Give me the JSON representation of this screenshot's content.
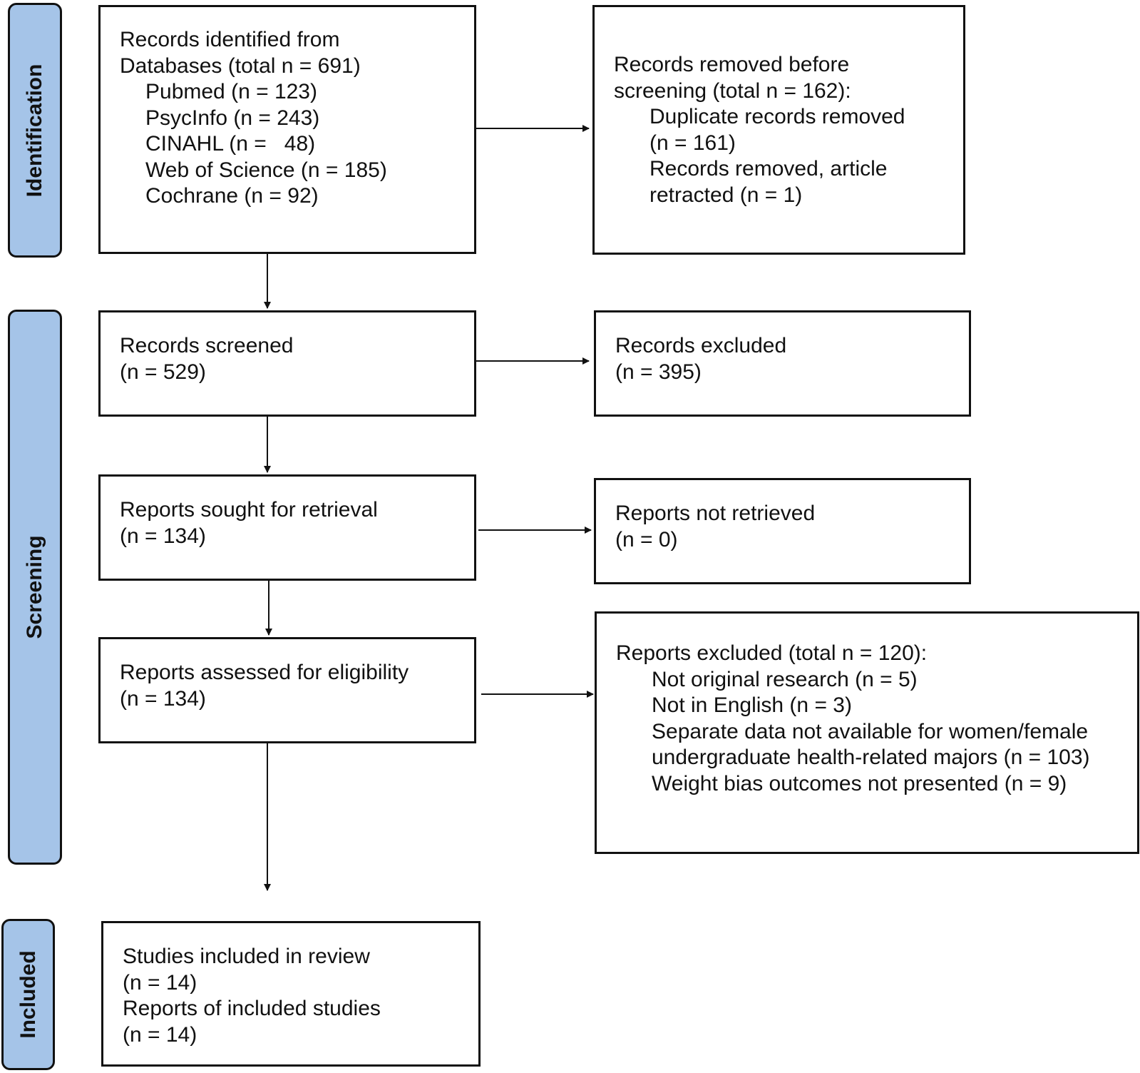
{
  "phases": {
    "identification": "Identification",
    "screening": "Screening",
    "included": "Included"
  },
  "boxes": {
    "identified": {
      "line1": "Records identified from",
      "line2": "Databases (total n = 691)",
      "databases": [
        "Pubmed (n = 123)",
        "PsycInfo (n = 243)",
        "CINAHL (n =   48)",
        "Web of Science (n = 185)",
        "Cochrane (n = 92)"
      ]
    },
    "removed": {
      "line1": "Records removed before",
      "line2": "screening (total n = 162):",
      "items": [
        "Duplicate records removed",
        "(n = 161)",
        "Records removed, article",
        "retracted (n = 1)"
      ]
    },
    "screened": {
      "line1": "Records screened",
      "line2": "(n = 529)"
    },
    "excluded": {
      "line1": "Records excluded",
      "line2": "(n = 395)"
    },
    "sought": {
      "line1": "Reports sought for retrieval",
      "line2": "(n = 134)"
    },
    "not_retrieved": {
      "line1": "Reports not retrieved",
      "line2": "(n = 0)"
    },
    "assessed": {
      "line1": "Reports assessed for eligibility",
      "line2": "(n = 134)"
    },
    "reports_excluded": {
      "line1": "Reports excluded (total n = 120):",
      "items": [
        "Not original research (n = 5)",
        "Not in English (n = 3)",
        "Separate data not available for women/female",
        "undergraduate health-related majors (n = 103)",
        "Weight bias outcomes not presented (n = 9)"
      ]
    },
    "included": {
      "lines": [
        "Studies included in review",
        "(n = 14)",
        "Reports of included studies",
        "(n = 14)"
      ]
    }
  }
}
